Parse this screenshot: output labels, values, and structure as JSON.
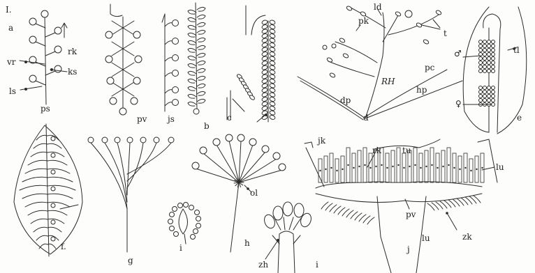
{
  "plate_number": "I.",
  "labels": {
    "a": "a",
    "vr": "vr",
    "rk": "rk",
    "ks": "ks",
    "ls": "ls",
    "ps": "ps",
    "pv_top": "pv",
    "js": "js",
    "b": "b",
    "c": "c",
    "d": "d",
    "ld": "ld",
    "pk": "pk",
    "t": "t",
    "pc": "pc",
    "rh": "RH",
    "hp": "hp",
    "dp": "dp",
    "e": "e",
    "tl": "tl",
    "male": "♂",
    "female": "♀",
    "f": "f.",
    "g": "g",
    "h": "h",
    "ol": "ol",
    "i_small": "i",
    "i_bottom": "i",
    "zh": "zh",
    "jk": "jk",
    "rk_j": "rk",
    "tu": "tu",
    "lu_right": "lu",
    "pv_j": "pv",
    "lu_j": "lu",
    "zk": "zk",
    "j": "j"
  }
}
